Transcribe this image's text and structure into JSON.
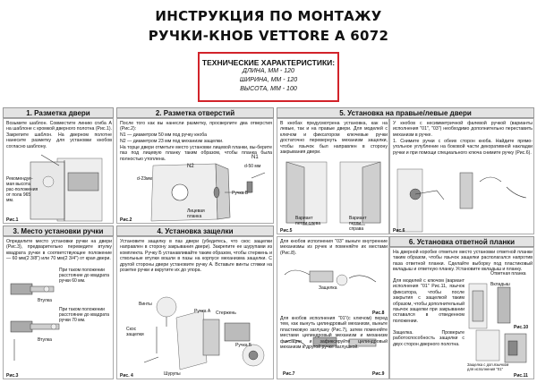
{
  "header": {
    "title_line1": "ИНСТРУКЦИЯ ПО МОНТАЖУ",
    "title_line2": "РУЧКИ-КНОБ VETTORE A 6072"
  },
  "specs": {
    "heading": "ТЕХНИЧЕСКИЕ ХАРАКТЕРИСТИКИ:",
    "length": "ДЛИНА, ММ - 120",
    "width": "ШИРИНА, ММ - 120",
    "height": "ВЫСОТА, ММ - 100"
  },
  "section1": {
    "title": "1. Разметка двери",
    "text": "Возьмите шаблон. Совместите линию сгиба А на шаблоне с кромкой дверного полотна (Рис.1). Закрепите шаблон. На дверном полотне нанесите разметку для установки кнобов согласно шаблону.",
    "note": "Рекомендуе-мая высота рас-положения от пола 965 мм.",
    "fig": "Рис.1"
  },
  "section2": {
    "title": "2. Разметка отверстий",
    "text": "После того как вы нанесли разметку, просверлите два отверстия (Рис.2):",
    "n1": "N1 — диаметром 50 мм под ручку кноба",
    "n2": "N2 — диаметром 23 мм под механизм защелки.",
    "text2": "На торце двери отметьте место установки лицевой планки, вы-берите паз под лицевую планку таким образом, чтобы планка была полностью утоплена.",
    "lbl_n1": "N1",
    "lbl_n1d": "d-50 мм",
    "lbl_n2": "N2",
    "lbl_n2d": "d-23мм",
    "lbl_face": "Лицевая планка",
    "lbl_handleB": "Ручка Б",
    "fig": "Рис.2"
  },
  "section3": {
    "title": "3. Место установки ручки",
    "text": "Определите место установки ручки на двери (Рис.3), предварительно переведите втулку квадрата ручки в соответствующее положение — 60 мм(2 3/8\") или 70 мм(2 3/4\") от края двери.",
    "pos60": "При таком положении расстояние до квадрата ручки 60 мм.",
    "pos70": "При таком положении расстояние до квадрата ручки 70 мм.",
    "bushing1": "Втулка",
    "bushing2": "Втулка",
    "fig": "Рис.3"
  },
  "section4": {
    "title": "4. Установка защелки",
    "text": "Установите защелку в паз двери (убедитесь, что скос защелки направлен в сторону закрывания двери). Закрепите ее шурупами из комплекта. Ручку Б устанавливайте таким образом, чтобы стержень и ствольные втулки вошли в пазы на корпусе механизма защелки. С другой стороны двери установите ручку А. Вставьте винты стяжки на розетке ручки и вкрутите их до упора.",
    "screws": "Винты",
    "handleA": "Ручка А",
    "rod": "Стержень",
    "handleB": "Ручка Б",
    "bevel": "Скос защелки",
    "screws2": "Шурупы",
    "fig": "Рис. 4"
  },
  "section5": {
    "title": "5. Установка на правые/левые двери",
    "text_left": "В кнобах предусмотрена установка, как на левые, так и на правые двери. Для моделей с ключом и фиксатором ключевые ручки достаточно перевернуть механизм защелки, чтобы язычок был направлен в сторону закрывания двери.",
    "text_right": "У кнобов с несимметричной фалевой ручкой (варианты исполнения \"01\", \"03\") необходимо дополнительно переставить механизм в ручке.",
    "text_right2": "1. Снимите ручки с обеих сторон кноба. Найдите прямо-угольное углубление на боковой части декоративной накладки ручки и при помощи специального ключа снимите ручку (Рис.6).",
    "hinge_left": "Вариант петли слева",
    "hinge_right": "Вариант петли справа",
    "fig5": "Рис.5",
    "fig6": "Рис.6",
    "text_bottom": "Для кнобов исполнения \"03\" выньте внутренние механизмы из ручек и поменяйте их местами (Рис.8).",
    "latch": "Защелка",
    "fig8": "Рис.8",
    "text_bottom2": "Для кнобов исполнения \"01\"(с ключом) перед тем, как вынуть цилиндровый механизм, выньте пластиковую заглушку (Рис.7), затем поменяйте местами цилиндровый механизм и механизм фиксации и зафиксируйте цилиндровый механизм в другой ручке заглушкой.",
    "fig7": "Рис.7",
    "fig9": "Рис.9"
  },
  "section6": {
    "title": "6. Установка ответной планки",
    "text": "На дверной коробке отметьте место установки ответной планки таким образом, чтобы язычок защелки располагался напротив паза ответной планки. Сделайте выборку под пластиковый вкладыш и ответную планку. Установите вкладыш и планку.",
    "text2": "Для моделей с ключом (вариант исполнения \"01\" Рис.11, язычок фиксатора, чтобы после закрытия с защелкой таким образом, чтобы дополнительный язычок защелки при закрывании оставался в отведенном положении.",
    "text3": "Защелка. Проверьте работоспособность защелки с двух сторон дверного полотна.",
    "lbl_strike": "Ответная планка",
    "lbl_insert": "Вкладыш",
    "fig10": "Рис.10",
    "lbl_latch01": "Защелка с доп.язычком для исполнения \"01\"",
    "fig11": "Рис.11"
  }
}
